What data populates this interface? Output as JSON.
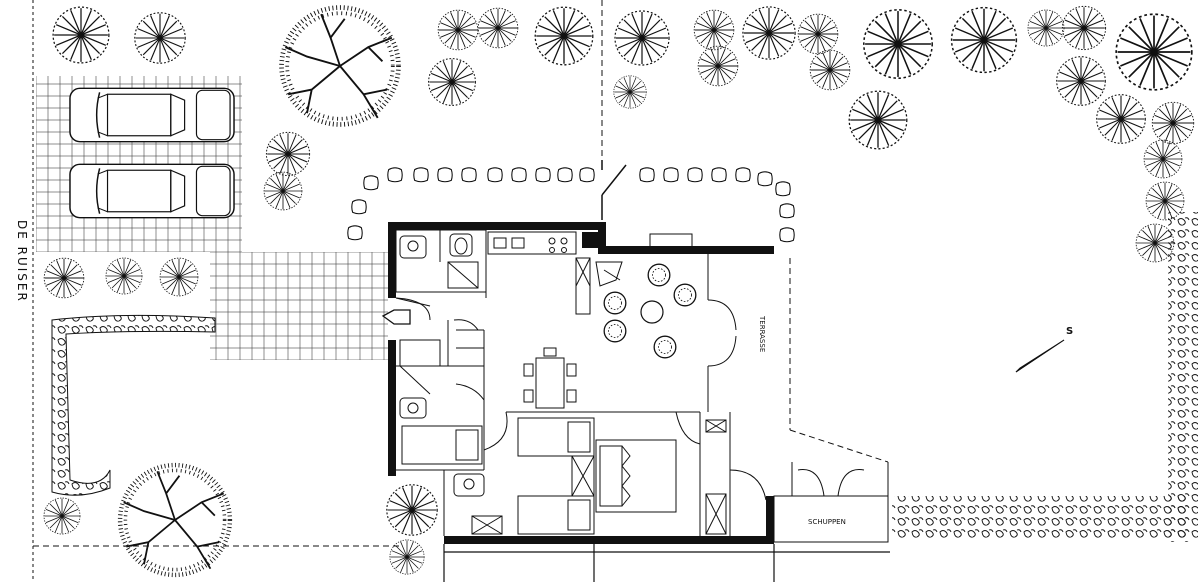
{
  "labels": {
    "street": "DE RUISER",
    "terrace": "TERRASSE",
    "shed": "SCHUPPEN",
    "compass": "S"
  }
}
